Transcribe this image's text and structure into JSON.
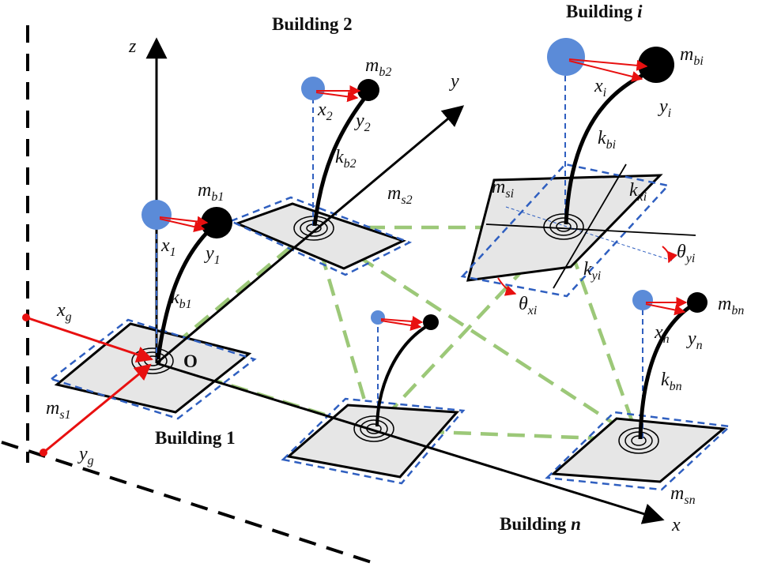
{
  "buildings": [
    {
      "title": "Building 1",
      "mb": "m",
      "mb_sub": "b1",
      "ms": "m",
      "ms_sub": "s1",
      "kb": "k",
      "kb_sub": "b1",
      "x": "x",
      "x_sub": "1",
      "y": "y",
      "y_sub": "1"
    },
    {
      "title": "Building 2",
      "mb": "m",
      "mb_sub": "b2",
      "ms": "m",
      "ms_sub": "s2",
      "kb": "k",
      "kb_sub": "b2",
      "x": "x",
      "x_sub": "2",
      "y": "y",
      "y_sub": "2"
    },
    {
      "title_prefix": "Building ",
      "title_var": "i",
      "mb": "m",
      "mb_sub": "bi",
      "ms": "m",
      "ms_sub": "si",
      "kb": "k",
      "kb_sub": "bi",
      "kx": "k",
      "kx_sub": "xi",
      "ky": "k",
      "ky_sub": "yi",
      "thx": "θ",
      "thx_sub": "xi",
      "thy": "θ",
      "thy_sub": "yi",
      "x": "x",
      "x_sub": "i",
      "y": "y",
      "y_sub": "i"
    },
    {
      "title_prefix": "Building ",
      "title_var": "n",
      "mb": "m",
      "mb_sub": "bn",
      "ms": "m",
      "ms_sub": "sn",
      "kb": "k",
      "kb_sub": "bn",
      "x": "x",
      "x_sub": "n",
      "y": "y",
      "y_sub": "n"
    }
  ],
  "axes": {
    "x": "x",
    "y": "y",
    "z": "z",
    "origin": "O"
  },
  "ground": {
    "xg": "x",
    "xg_sub": "g",
    "yg": "y",
    "yg_sub": "g"
  },
  "colors": {
    "mass_black": "#000000",
    "mass_blue": "#5b8bd8",
    "arrow_red": "#e81010",
    "dash_blue": "#2f5fc0",
    "dash_green": "#9cc878",
    "slab_fill": "#e6e6e6"
  }
}
